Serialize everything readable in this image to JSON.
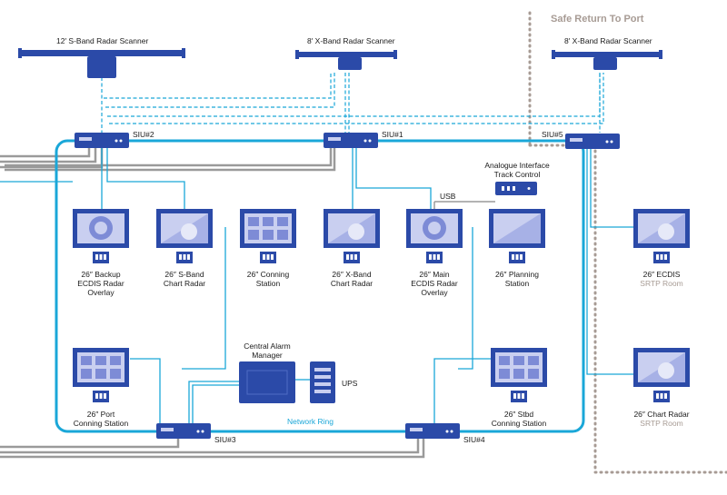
{
  "colors": {
    "blue": "#2b4aa8",
    "dark_blue": "#233f96",
    "cyan": "#1aa7d8",
    "grey": "#9a9a9a",
    "dots": "#a79b94",
    "screen": "#c9cff0"
  },
  "srtp_title": "Safe Return To Port",
  "network_ring_label": "Network Ring",
  "usb_label": "USB",
  "scanners": [
    {
      "label": "12′ S-Band Radar Scanner"
    },
    {
      "label": "8′ X-Band Radar Scanner"
    },
    {
      "label": "8′ X-Band Radar Scanner"
    }
  ],
  "siu": [
    {
      "label": "SIU#2"
    },
    {
      "label": "SIU#1"
    },
    {
      "label": "SIU#5"
    },
    {
      "label": "SIU#3"
    },
    {
      "label": "SIU#4"
    }
  ],
  "analogue_interface": {
    "line1": "Analogue Interface",
    "line2": "Track Control"
  },
  "central_alarm": {
    "line1": "Central Alarm",
    "line2": "Manager"
  },
  "ups_label": "UPS",
  "stations": [
    {
      "lines": [
        "26″ Backup",
        "ECDIS Radar",
        "Overlay"
      ],
      "accent": ""
    },
    {
      "lines": [
        "26″ S-Band",
        "Chart Radar"
      ],
      "accent": ""
    },
    {
      "lines": [
        "26″ Conning",
        "Station"
      ],
      "accent": ""
    },
    {
      "lines": [
        "26″ X-Band",
        "Chart Radar"
      ],
      "accent": ""
    },
    {
      "lines": [
        "26″ Main",
        "ECDIS Radar",
        "Overlay"
      ],
      "accent": ""
    },
    {
      "lines": [
        "26″ Planning",
        "Station"
      ],
      "accent": ""
    },
    {
      "lines": [
        "26″ ECDIS"
      ],
      "accent": "SRTP Room"
    },
    {
      "lines": [
        "26″ Port",
        "Conning Station"
      ],
      "accent": ""
    },
    {
      "lines": [
        "26″ Stbd",
        "Conning Station"
      ],
      "accent": ""
    },
    {
      "lines": [
        "26″ Chart Radar"
      ],
      "accent": "SRTP Room"
    }
  ]
}
